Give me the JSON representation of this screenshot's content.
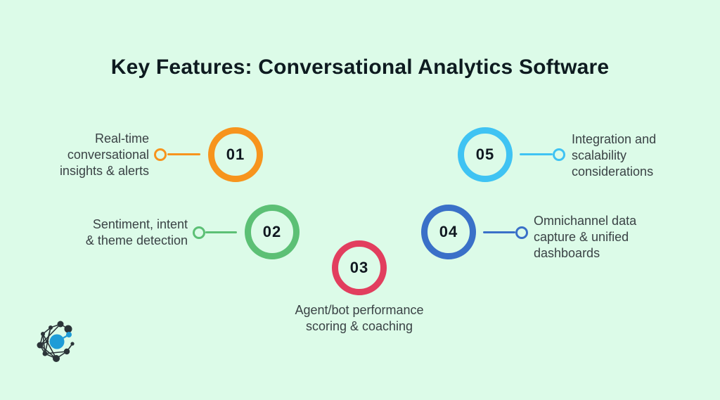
{
  "background": "#DCFBE8",
  "title": {
    "text": "Key Features: Conversational Analytics Software",
    "color": "#0E1B20"
  },
  "features": [
    {
      "number": "01",
      "label": "Real-time\nconversational\ninsights & alerts",
      "color": "#F7941D",
      "label_side": "left"
    },
    {
      "number": "02",
      "label": "Sentiment, intent\n& theme detection",
      "color": "#5CC075",
      "label_side": "left"
    },
    {
      "number": "03",
      "label": "Agent/bot performance\nscoring & coaching",
      "color": "#E23E5E",
      "label_side": "below"
    },
    {
      "number": "04",
      "label": "Omnichannel data\ncapture & unified\ndashboards",
      "color": "#3A70C8",
      "label_side": "right"
    },
    {
      "number": "05",
      "label": "Integration and\nscalability\nconsiderations",
      "color": "#3FC3F3",
      "label_side": "right"
    }
  ],
  "logo": {
    "name": "network-logo",
    "accent_color": "#1E9CD7",
    "node_color": "#2B3438"
  }
}
